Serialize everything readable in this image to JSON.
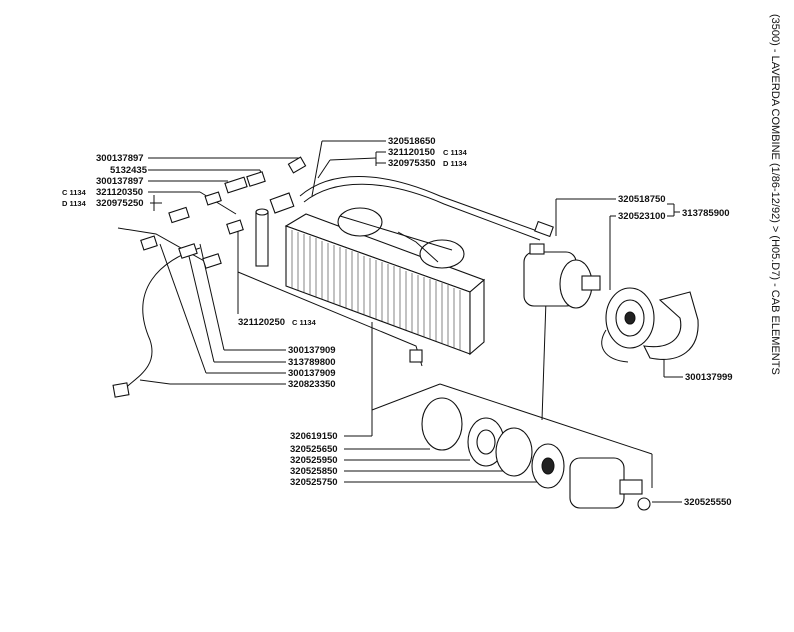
{
  "title": "(3500) - LAVERDA COMBINE (1/86-12/92) > (H05.D7) - CAB ELEMENTS",
  "labels": {
    "l300137897a": "300137897",
    "l5132435": "5132435",
    "l300137897b": "300137897",
    "l321120350": "321120350",
    "l320975250": "320975250",
    "l320518650": "320518650",
    "l321120150": "321120150",
    "l320975350": "320975350",
    "l320518750": "320518750",
    "l320523100": "320523100",
    "l313785900": "313785900",
    "l321120250": "321120250",
    "l300137909a": "300137909",
    "l313789800": "313789800",
    "l300137909b": "300137909",
    "l320823350": "320823350",
    "l300137999": "300137999",
    "l320619150": "320619150",
    "l320525650": "320525650",
    "l320525950": "320525950",
    "l320525850": "320525850",
    "l320525750": "320525750",
    "l320525550": "320525550"
  },
  "suffix": {
    "c1134": "C 1134",
    "d1134": "D 1134",
    "c": "C",
    "d": "D"
  }
}
